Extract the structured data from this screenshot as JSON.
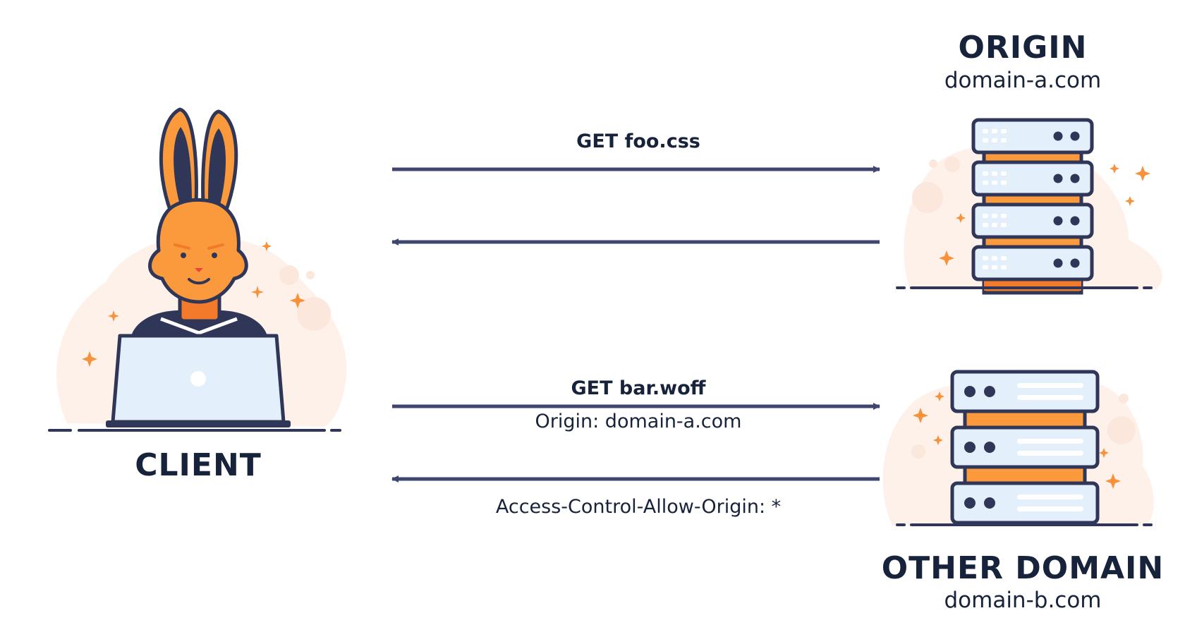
{
  "nodes": {
    "client": {
      "label": "CLIENT"
    },
    "origin": {
      "label": "ORIGIN",
      "domain": "domain-a.com"
    },
    "other": {
      "label": "OTHER DOMAIN",
      "domain": "domain-b.com"
    }
  },
  "messages": {
    "req1": {
      "label": "GET foo.css"
    },
    "req2": {
      "label": "GET bar.woff",
      "header": "Origin: domain-a.com"
    },
    "resp2": {
      "header": "Access-Control-Allow-Origin: *"
    }
  },
  "colors": {
    "navy": "#2f3658",
    "arrow": "#3e4670",
    "orange": "#fb9a3c",
    "orange_dark": "#f27a2a",
    "screen": "#e3f0fb",
    "blob": "#fdf1ea",
    "sparkle": "#f8923a"
  }
}
